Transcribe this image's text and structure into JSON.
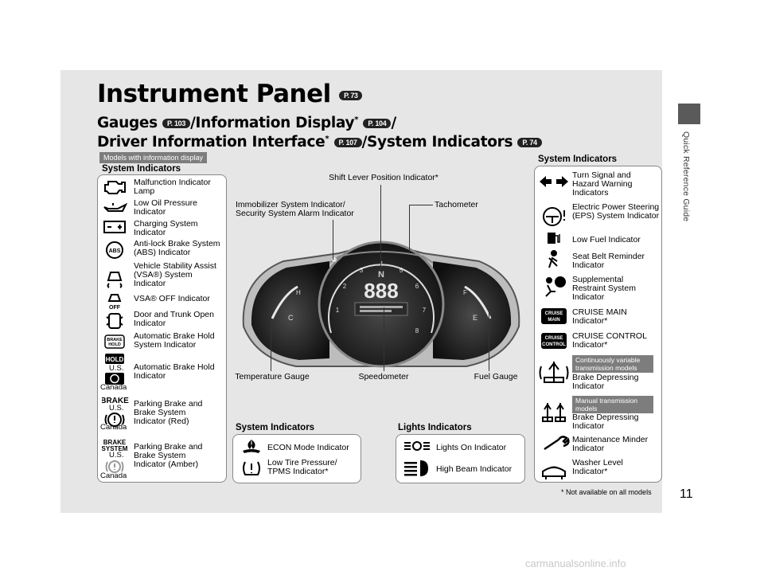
{
  "title": "Instrument Panel",
  "title_ref": "P. 73",
  "subtitle1": {
    "a": "Gauges",
    "ref1": "P. 103",
    "b": "/Information Display",
    "star": "*",
    "ref2": "P. 104",
    "c": "/"
  },
  "subtitle2": {
    "a": "Driver Information Interface",
    "star": "*",
    "ref1": "P. 107",
    "b": "/System Indicators",
    "ref2": "P. 74"
  },
  "models_tag": "Models with information display",
  "left_head": "System Indicators",
  "left_items": [
    "Malfunction Indicator Lamp",
    "Low Oil Pressure Indicator",
    "Charging System Indicator",
    "Anti-lock Brake System (ABS) Indicator",
    "Vehicle Stability Assist (VSA®) System Indicator",
    "VSA® OFF Indicator",
    "Door and Trunk Open Indicator",
    "Automatic Brake Hold System Indicator",
    "Automatic Brake Hold Indicator",
    "Parking Brake and Brake System Indicator (Red)",
    "Parking Brake and Brake System Indicator (Amber)"
  ],
  "region_us": "U.S.",
  "region_canada": "Canada",
  "icon_text": {
    "abs": "ABS",
    "off": "OFF",
    "brake": "BRAKE",
    "hold": "HOLD",
    "system": "SYSTEM",
    "cruise": "CRUISE",
    "main": "MAIN",
    "control": "CONTROL"
  },
  "callouts": {
    "shift": "Shift Lever Position Indicator*",
    "immobilizer": "Immobilizer System Indicator/ Security System Alarm Indicator",
    "tachometer": "Tachometer",
    "temperature": "Temperature Gauge",
    "speedometer": "Speedometer",
    "fuel": "Fuel Gauge"
  },
  "bottom_sys_head": "System Indicators",
  "bottom_sys_items": [
    "ECON Mode Indicator",
    "Low Tire Pressure/ TPMS Indicator*"
  ],
  "lights_head": "Lights Indicators",
  "lights_items": [
    "Lights On Indicator",
    "High Beam Indicator"
  ],
  "right_head": "System Indicators",
  "right_items": [
    "Turn Signal and Hazard Warning Indicators",
    "Electric Power Steering (EPS) System Indicator",
    "Low Fuel Indicator",
    "Seat Belt Reminder Indicator",
    "Supplemental Restraint System Indicator",
    "CRUISE MAIN Indicator*",
    "CRUISE CONTROL Indicator*",
    "Brake Depressing Indicator",
    "Brake Depressing Indicator",
    "Maintenance Minder Indicator",
    "Washer Level Indicator*"
  ],
  "cvt_tag": "Continuously variable transmission models",
  "mt_tag": "Manual transmission models",
  "side_label": "Quick Reference Guide",
  "page_number": "11",
  "footnote": "* Not available on all models",
  "watermark": "carmanualsonline.info",
  "cluster": {
    "display_digits": "888",
    "gear": "N",
    "tach_ticks": [
      "1",
      "2",
      "3",
      "4",
      "5",
      "6",
      "7",
      "8"
    ],
    "temp_hot": "H",
    "temp_cold": "C",
    "fuel_full": "F",
    "fuel_empty": "E"
  }
}
